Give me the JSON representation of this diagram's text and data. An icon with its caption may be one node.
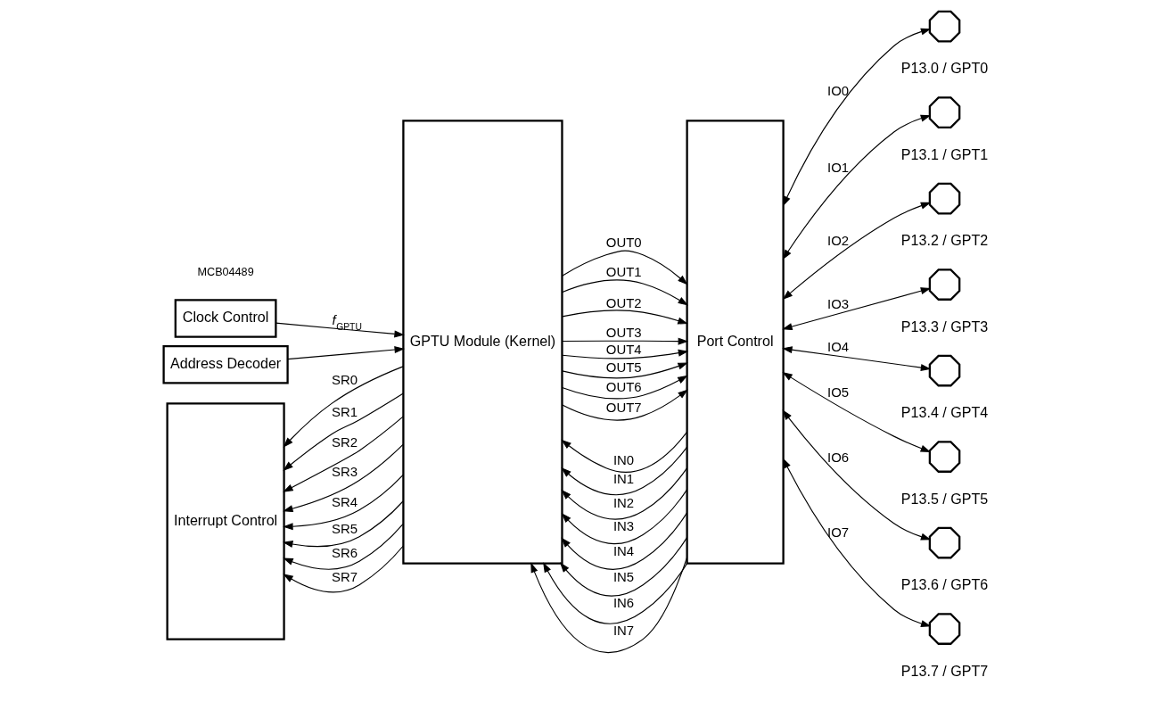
{
  "diagram": {
    "nodes": [
      {
        "text": [
          "Clock Control"
        ]
      },
      {
        "text": [
          "Address Decoder"
        ]
      },
      {
        "text": [
          "Interrupt Control"
        ]
      },
      {
        "text": [
          "GPTU Module (Kernel)"
        ]
      },
      {
        "text": [
          "Port Control"
        ]
      },
      {
        "text": [],
        "shape": "octagon",
        "beside": [
          "P13.0 / GPT0"
        ]
      },
      {
        "text": [],
        "shape": "octagon",
        "beside": [
          "P13.1 / GPT1"
        ]
      },
      {
        "text": [],
        "shape": "octagon",
        "beside": [
          "P13.2 / GPT2"
        ]
      },
      {
        "text": [],
        "shape": "octagon",
        "beside": [
          "P13.3 / GPT3"
        ]
      },
      {
        "text": [],
        "shape": "octagon",
        "beside": [
          "P13.4 / GPT4"
        ]
      },
      {
        "text": [],
        "shape": "octagon",
        "beside": [
          "P13.5 / GPT5"
        ]
      },
      {
        "text": [],
        "shape": "octagon",
        "beside": [
          "P13.6 / GPT6"
        ]
      },
      {
        "text": [],
        "shape": "octagon",
        "beside": [
          "P13.7 / GPT7"
        ]
      }
    ],
    "edges": [
      {
        "from": 0,
        "to": 3,
        "arrow": "to",
        "label": "*f*$_{GPTU}$"
      },
      {
        "from": 1,
        "to": 3,
        "arrow": "to"
      },
      {
        "from": 4,
        "to": 3,
        "arrow": "to",
        "label": "IN0"
      },
      {
        "from": 4,
        "to": 3,
        "arrow": "to",
        "label": "IN1"
      },
      {
        "from": 4,
        "to": 3,
        "arrow": "to",
        "label": "IN2"
      },
      {
        "from": 4,
        "to": 3,
        "arrow": "to",
        "label": "IN3"
      },
      {
        "from": 4,
        "to": 3,
        "arrow": "to",
        "label": "IN4"
      },
      {
        "from": 4,
        "to": 3,
        "arrow": "to",
        "label": "IN5"
      },
      {
        "from": 4,
        "to": 3,
        "arrow": "to",
        "label": "IN6"
      },
      {
        "from": 4,
        "to": 3,
        "arrow": "to",
        "label": "IN7"
      },
      {
        "from": 3,
        "to": 2,
        "arrow": "to",
        "label": "SR0"
      },
      {
        "from": 3,
        "to": 2,
        "arrow": "to",
        "label": "SR1"
      },
      {
        "from": 3,
        "to": 2,
        "arrow": "to",
        "label": "SR2"
      },
      {
        "from": 3,
        "to": 2,
        "arrow": "to",
        "label": "SR3"
      },
      {
        "from": 3,
        "to": 2,
        "arrow": "to",
        "label": "SR4"
      },
      {
        "from": 3,
        "to": 2,
        "arrow": "to",
        "label": "SR5"
      },
      {
        "from": 3,
        "to": 2,
        "arrow": "to",
        "label": "SR6"
      },
      {
        "from": 3,
        "to": 2,
        "arrow": "to",
        "label": "SR7"
      },
      {
        "from": 3,
        "to": 4,
        "arrow": "to",
        "label": "OUT0"
      },
      {
        "from": 3,
        "to": 4,
        "arrow": "to",
        "label": "OUT1"
      },
      {
        "from": 3,
        "to": 4,
        "arrow": "to",
        "label": "OUT2"
      },
      {
        "from": 3,
        "to": 4,
        "arrow": "to",
        "label": "OUT3"
      },
      {
        "from": 3,
        "to": 4,
        "arrow": "to",
        "label": "OUT4"
      },
      {
        "from": 3,
        "to": 4,
        "arrow": "to",
        "label": "OUT5"
      },
      {
        "from": 3,
        "to": 4,
        "arrow": "to",
        "label": "OUT6"
      },
      {
        "from": 3,
        "to": 4,
        "arrow": "to",
        "label": "OUT7"
      },
      {
        "from": 4,
        "to": 5,
        "arrow": "both",
        "label": "IO0"
      },
      {
        "from": 4,
        "to": 6,
        "arrow": "both",
        "label": "IO1"
      },
      {
        "from": 4,
        "to": 7,
        "arrow": "both",
        "label": "IO2"
      },
      {
        "from": 4,
        "to": 8,
        "arrow": "both",
        "label": "IO3"
      },
      {
        "from": 4,
        "to": 9,
        "arrow": "both",
        "label": "IO4"
      },
      {
        "from": 4,
        "to": 10,
        "arrow": "both",
        "label": "IO5"
      },
      {
        "from": 4,
        "to": 11,
        "arrow": "both",
        "label": "IO6"
      },
      {
        "from": 4,
        "to": 12,
        "arrow": "both",
        "label": "IO7"
      }
    ],
    "labels": [
      "MCB04489"
    ]
  }
}
